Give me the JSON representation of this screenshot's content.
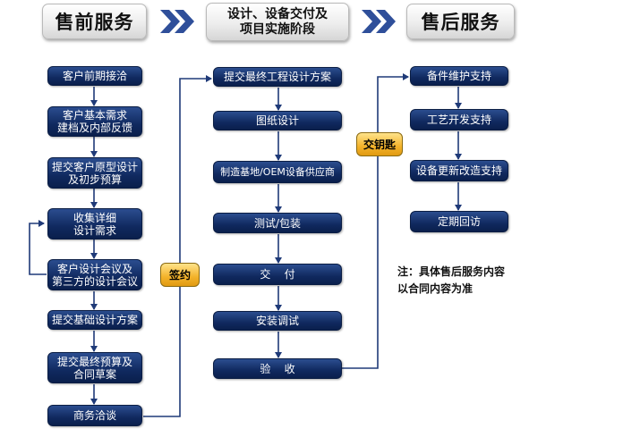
{
  "headers": {
    "presale": "售前服务",
    "delivery": "设计、设备交付及\n项目实施阶段",
    "aftersale": "售后服务"
  },
  "col1": [
    "客户前期接洽",
    "客户基本需求\n建档及内部反馈",
    "提交客户原型设计\n及初步预算",
    "收集详细\n设计需求",
    "客户设计会议及\n第三方的设计会议",
    "提交基础设计方案",
    "提交最终预算及\n合同草案",
    "商务洽谈"
  ],
  "col2": [
    "提交最终工程设计方案",
    "图纸设计",
    "制造基地/OEM设备供应商",
    "测试/包装",
    "交    付",
    "安装调试",
    "验    收"
  ],
  "col3": [
    "备件维护支持",
    "工艺开发支持",
    "设备更新改造支持",
    "定期回访"
  ],
  "milestones": {
    "sign": "签约",
    "handover": "交钥匙"
  },
  "note": "注：具体售后服务内容\n以合同内容为准",
  "colors": {
    "box": "#10295f",
    "chevron": "#2f4f9a",
    "gold": "#f3b22a",
    "line": "#1f3a78"
  }
}
